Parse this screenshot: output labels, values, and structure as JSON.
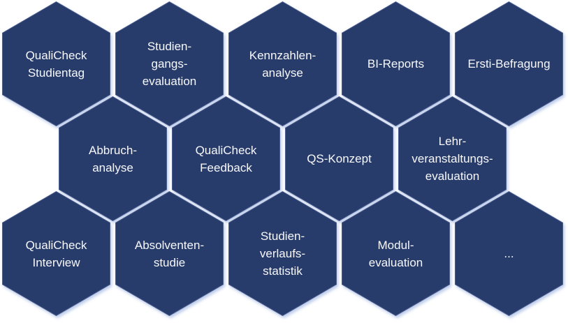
{
  "diagram": {
    "title_hint": "honeycomb of quality-assurance instruments",
    "colors": {
      "hex_fill": "#283C6C",
      "hex_stroke": "#4D5F90",
      "glow": "rgba(151,175,222,0.65)",
      "text": "#F7F8FA",
      "background": "#FFFFFF"
    },
    "rows": [
      {
        "items": [
          {
            "lines": [
              "QualiCheck",
              "Studientag"
            ]
          },
          {
            "lines": [
              "Studien-",
              "gangs-",
              "evaluation"
            ]
          },
          {
            "lines": [
              "Kennzahlen-",
              "analyse"
            ]
          },
          {
            "lines": [
              "BI-Reports"
            ]
          },
          {
            "lines": [
              "Ersti-Befragung"
            ]
          }
        ]
      },
      {
        "items": [
          {
            "lines": [
              "Abbruch-",
              "analyse"
            ]
          },
          {
            "lines": [
              "QualiCheck",
              "Feedback"
            ]
          },
          {
            "lines": [
              "QS-Konzept"
            ]
          },
          {
            "lines": [
              "Lehr-",
              "veranstaltungs-",
              "evaluation"
            ]
          }
        ]
      },
      {
        "items": [
          {
            "lines": [
              "QualiCheck",
              "Interview"
            ]
          },
          {
            "lines": [
              "Absolventen-",
              "studie"
            ]
          },
          {
            "lines": [
              "Studien-",
              "verlaufs-",
              "statistik"
            ]
          },
          {
            "lines": [
              "Modul-",
              "evaluation"
            ]
          },
          {
            "lines": [
              "..."
            ]
          }
        ]
      }
    ]
  }
}
